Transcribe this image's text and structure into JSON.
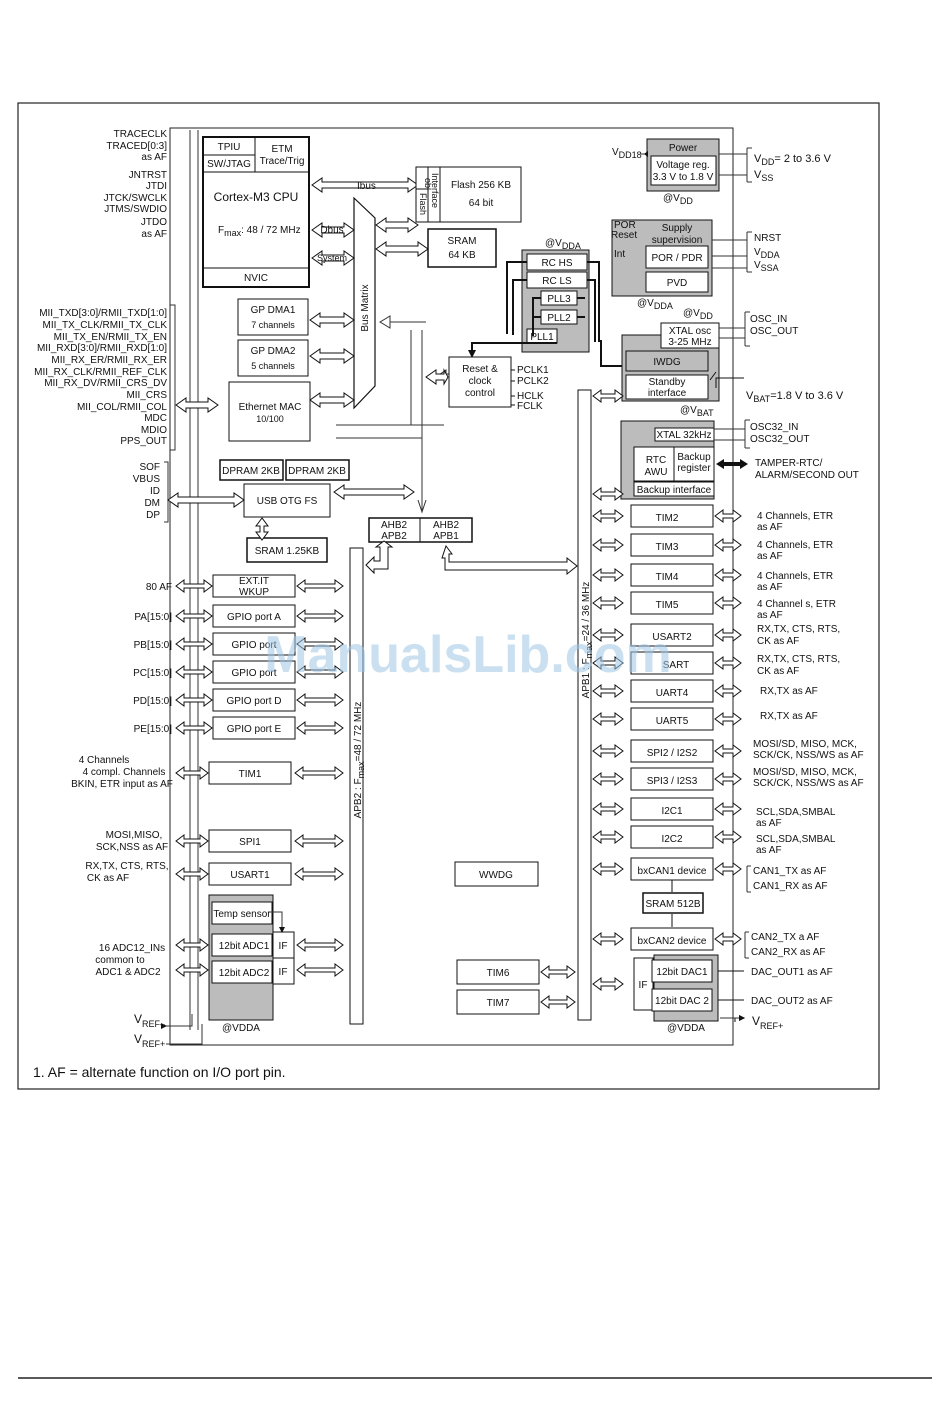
{
  "footnote": "1.   AF = alternate function on I/O port pin.",
  "watermark": "ManualsLib.com",
  "left_debug": [
    "TRACECLK",
    "TRACED[0:3]",
    "as AF",
    "JNTRST",
    "JTDI",
    "JTCK/SWCLK",
    "JTMS/SWDIO",
    "JTDO",
    "as AF"
  ],
  "left_mii": [
    "MII_TXD[3:0]/RMII_TXD[1:0]",
    "MII_TX_CLK/RMII_TX_CLK",
    "MII_TX_EN/RMII_TX_EN",
    "MII_RXD[3:0]/RMII_RXD[1:0]",
    "MII_RX_ER/RMII_RX_ER",
    "MII_RX_CLK/RMII_REF_CLK",
    "MII_RX_DV/RMII_CRS_DV",
    "MII_CRS",
    "MII_COL/RMII_COL",
    "MDC",
    "MDIO",
    "PPS_OUT"
  ],
  "left_usb": [
    "SOF",
    "VBUS",
    "ID",
    "DM",
    "DP"
  ],
  "left_ports": [
    "80 AF",
    "PA[15:0]",
    "PB[15:0]",
    "PC[15:0]",
    "PD[15:0]",
    "PE[15:0]"
  ],
  "left_tim1": [
    "4 Channels",
    "4 compl. Channels",
    "BKIN, ETR input as AF"
  ],
  "left_spi": [
    "MOSI,MISO,",
    "SCK,NSS as AF"
  ],
  "left_usart": [
    "RX,TX, CTS, RTS,",
    "CK as AF"
  ],
  "left_adc": [
    "16 ADC12_INs",
    "common to",
    "ADC1 & ADC2"
  ],
  "left_vref": [
    "V",
    "REF–",
    "V",
    "REF+"
  ],
  "cpu": {
    "tpiu": "TPIU",
    "swjtag": "SW/JTAG",
    "etm": "ETM",
    "trace": "Trace/Trig",
    "name": "Cortex-M3 CPU",
    "fmax_f": "F",
    "fmax_sub": "max",
    "fmax_val": ": 48 / 72 MHz",
    "nvic": "NVIC"
  },
  "bus": {
    "ibus": "Ibus",
    "dbus": "Dbus",
    "system": "System",
    "matrix": "Bus Matrix"
  },
  "flash": {
    "obl": "obl",
    "interface": "Interface",
    "flashv": "Flash",
    "name": "Flash 256 KB",
    "width": "64 bit"
  },
  "sram64": [
    "SRAM",
    "64 KB"
  ],
  "dma1": [
    "GP DMA1",
    "7 channels"
  ],
  "dma2": [
    "GP DMA2",
    "5 channels"
  ],
  "eth": [
    "Ethernet  MAC",
    "10/100"
  ],
  "dpram": [
    "DPRAM 2KB",
    "DPRAM 2KB"
  ],
  "usbotg": "USB OTG FS",
  "sram125": "SRAM 1.25KB",
  "ahb2apb2": [
    "AHB2",
    "APB2"
  ],
  "ahb2apb1": [
    "AHB2",
    "APB1"
  ],
  "apb2_bus": "APB2 : F",
  "apb2_bus_sub": "max",
  "apb2_bus_val": "=48 / 72 MHz",
  "apb1_bus": "APB1 : F",
  "apb1_bus_sub": "max",
  "apb1_bus_val": "=24 / 36 MHz",
  "left_blocks": [
    "EXT.IT",
    "WKUP",
    "GPIO port A",
    "GPIO port",
    "GPIO port",
    "GPIO port D",
    "GPIO port E",
    "TIM1",
    "SPI1",
    "USART1"
  ],
  "adc": {
    "temp": "Temp sensor",
    "adc1": "12bit ADC1",
    "adc2": "12bit ADC2",
    "if1": "IF",
    "if2": "IF",
    "vdda": "@VDDA"
  },
  "wwdg": "WWDG",
  "tim6": "TIM6",
  "tim7": "TIM7",
  "power": {
    "title": "Power",
    "vdd18_v": "V",
    "vdd18_sub": "DD18",
    "reg1": "Voltage reg.",
    "reg2": "3.3 V to 1.8 V",
    "at_v": "@V",
    "at_sub": "DD"
  },
  "supply": {
    "title1": "Supply",
    "title2": "supervision",
    "por_pdr": "POR / PDR",
    "pvd": "PVD",
    "por": "POR",
    "reset": "Reset",
    "int": "Int",
    "at_v": "@V",
    "at_sub": "DDA"
  },
  "osc": {
    "at_top": "@V",
    "at_top_sub": "DDA",
    "rc_hs": "RC HS",
    "rc_ls": "RC LS",
    "pll3": "PLL3",
    "pll2": "PLL2",
    "pll1": "PLL1"
  },
  "reset_clk": [
    "Reset &",
    "clock",
    "control"
  ],
  "clocks": [
    "PCLK1",
    "PCLK2",
    "HCLK",
    "FCLK"
  ],
  "xtal": {
    "at_v": "@V",
    "at_sub": "DD",
    "l1": "XTAL osc",
    "l2": "3-25 MHz",
    "iwdg": "IWDG",
    "standby1": "Standby",
    "standby2": "interface"
  },
  "rtc": {
    "at_v": "@V",
    "at_sub": "BAT",
    "xtal32": "XTAL 32kHz",
    "rtc": "RTC",
    "awu": "AWU",
    "backup1": "Backup",
    "backup2": "register",
    "backup_if": "Backup interface"
  },
  "right_blocks": [
    "TIM2",
    "TIM3",
    "TIM4",
    "TIM5",
    "USART2",
    "SART",
    "UART4",
    "UART5",
    "SPI2 / I2S2",
    "SPI3 / I2S3",
    "I2C1",
    "I2C2",
    "bxCAN1 device",
    "SRAM 512B",
    "bxCAN2 device"
  ],
  "dac": {
    "if": "IF",
    "dac1": "12bit DAC1",
    "dac2": "12bit DAC 2",
    "vdda": "@VDDA"
  },
  "right_labels": {
    "vdd_v": "V",
    "vdd_sub": "DD",
    "vdd_val": "= 2 to 3.6 V",
    "vss_v": "V",
    "vss_sub": "SS",
    "nrst": "NRST",
    "vdda_v": "V",
    "vdda_sub": "DDA",
    "vssa_v": "V",
    "vssa_sub": "SSA",
    "osc_in": "OSC_IN",
    "osc_out": "OSC_OUT",
    "vbat_v": "V",
    "vbat_sub": "BAT",
    "vbat_val": "=1.8 V to 3.6 V",
    "osc32_in": "OSC32_IN",
    "osc32_out": "OSC32_OUT",
    "tamper1": "TAMPER-RTC/",
    "tamper2": "ALARM/SECOND OUT",
    "tim_ch": [
      "4 Channels, ETR",
      "as AF",
      "4 Channels, ETR",
      "as AF",
      "4 Channels, ETR",
      "as AF",
      "4 Channel s, ETR",
      "as AF"
    ],
    "usart2": [
      "RX,TX, CTS, RTS,",
      "CK as AF"
    ],
    "usart3": [
      "RX,TX, CTS, RTS,",
      "CK as AF"
    ],
    "uart4": "RX,TX as AF",
    "uart5": "RX,TX as AF",
    "spi2": [
      "MOSI/SD, MISO, MCK,",
      "SCK/CK, NSS/WS as AF"
    ],
    "spi3": [
      "MOSI/SD, MISO, MCK,",
      "SCK/CK, NSS/WS as AF"
    ],
    "i2c1": [
      "SCL,SDA,SMBAL",
      "as AF"
    ],
    "i2c2": [
      "SCL,SDA,SMBAL",
      "as AF"
    ],
    "can1": [
      "CAN1_TX as AF",
      "CAN1_RX as AF"
    ],
    "can2": [
      "CAN2_TX a AF",
      "CAN2_RX as AF"
    ],
    "dac_out1": "DAC_OUT1 as AF",
    "dac_out2": "DAC_OUT2 as AF",
    "vref_v": "V",
    "vref_sub": "REF+"
  }
}
